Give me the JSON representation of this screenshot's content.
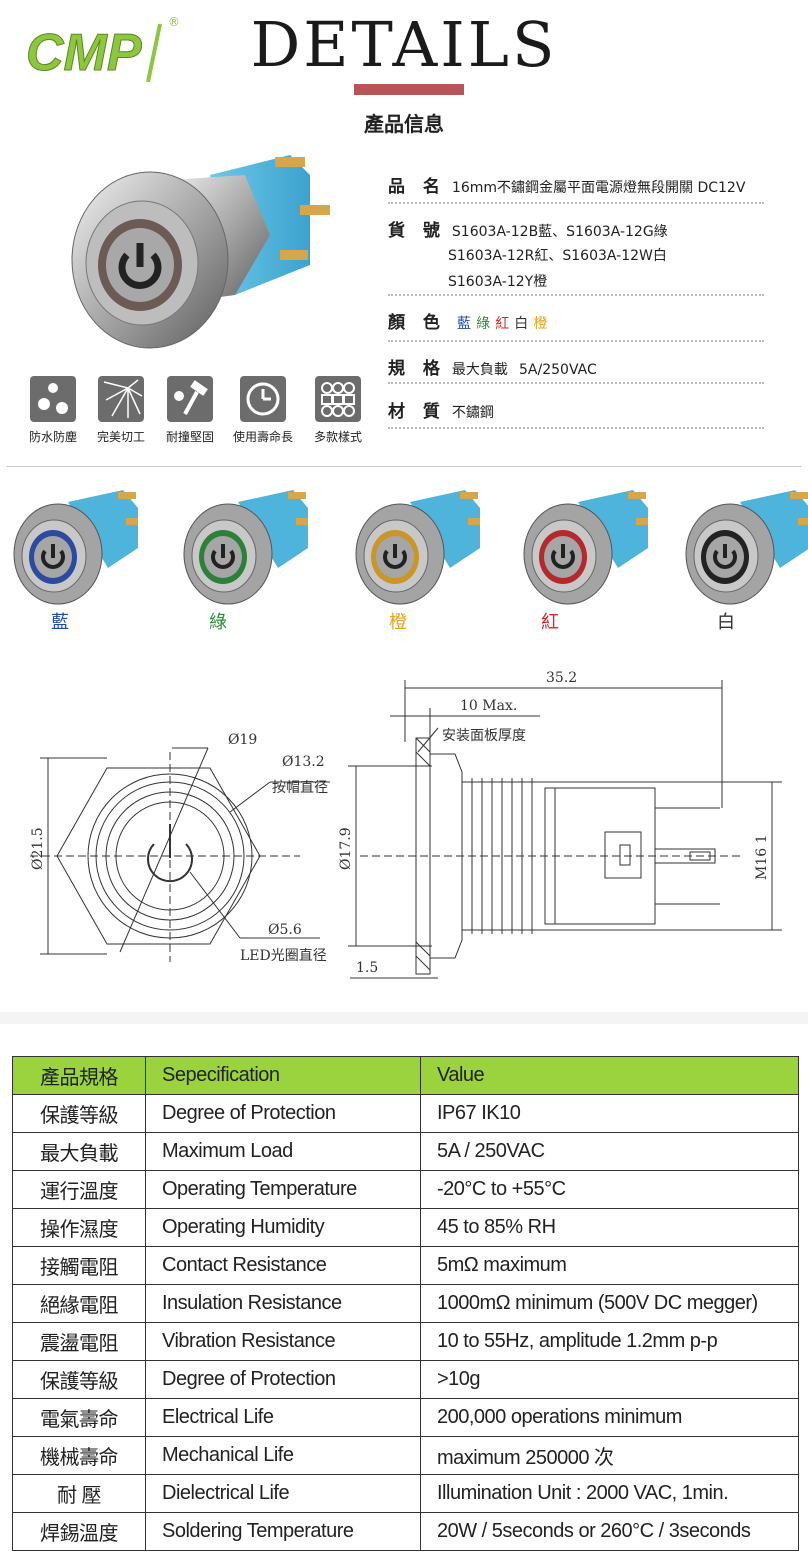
{
  "header": {
    "logo_text": "CMP",
    "logo_mark": "®",
    "title": "DETAILS",
    "subtitle": "產品信息"
  },
  "colors": {
    "accent_red": "#b75457",
    "logo_green": "#8dc63f",
    "table_header": "#9bd33e"
  },
  "features": [
    {
      "label": "防水防塵",
      "icon": "water-drops-icon"
    },
    {
      "label": "完美切工",
      "icon": "sparkle-cut-icon"
    },
    {
      "label": "耐撞堅固",
      "icon": "hammer-impact-icon"
    },
    {
      "label": "使用壽命長",
      "icon": "clock-icon"
    },
    {
      "label": "多款樣式",
      "icon": "styles-grid-icon"
    }
  ],
  "info": {
    "name_key": "品 名",
    "name_value": "16mm不鏽鋼金屬平面電源燈無段開關  DC12V",
    "model_key": "貨 號",
    "model_lines": [
      "S1603A-12B藍、S1603A-12G綠",
      "S1603A-12R紅、S1603A-12W白",
      "S1603A-12Y橙"
    ],
    "color_key": "顏 色",
    "colors": [
      {
        "text": "藍",
        "hex": "#1f4aa8"
      },
      {
        "text": "綠",
        "hex": "#2e8b3a"
      },
      {
        "text": "紅",
        "hex": "#d22b2b"
      },
      {
        "text": "白",
        "hex": "#333333"
      },
      {
        "text": "橙",
        "hex": "#e8a21c"
      }
    ],
    "spec_key": "規 格",
    "spec_value_label": "最大負載",
    "spec_value": "5A/250VAC",
    "material_key": "材 質",
    "material_value": "不鏽鋼"
  },
  "variants": [
    {
      "label": "藍",
      "hex": "#2a4b9e",
      "ring": "#3a64d0"
    },
    {
      "label": "綠",
      "hex": "#2e7f3a",
      "ring": "#3fae4f"
    },
    {
      "label": "橙",
      "hex": "#c9962a",
      "ring": "#e0b34a"
    },
    {
      "label": "紅",
      "hex": "#b42a2a",
      "ring": "#d83b3b"
    },
    {
      "label": "白",
      "hex": "#222222",
      "ring": "#bbbbbb"
    }
  ],
  "drawing": {
    "d19": "Ø19",
    "d13_2": "Ø13.2",
    "cap_dia": "按帽直径",
    "d5_6": "Ø5.6",
    "led_dia": "LED光圈直径",
    "d21_5": "Ø21.5",
    "d17_9": "Ø17.9",
    "len_35_2": "35.2",
    "max10": "10 Max.",
    "panel": "安装面板厚度",
    "t1_5": "1.5",
    "m16": "M16  1"
  },
  "table": {
    "header": [
      "產品規格",
      "Sepecification",
      "Value"
    ],
    "rows": [
      [
        "保護等級",
        "Degree of Protection",
        "IP67  IK10"
      ],
      [
        "最大負載",
        "Maximum Load",
        "5A / 250VAC"
      ],
      [
        "運行溫度",
        "Operating Temperature",
        "-20°C to +55°C"
      ],
      [
        "操作濕度",
        "Operating Humidity",
        "45 to 85%  RH"
      ],
      [
        "接觸電阻",
        "Contact Resistance",
        "5mΩ  maximum"
      ],
      [
        "絕緣電阻",
        "Insulation Resistance",
        "1000mΩ  minimum (500V DC megger)"
      ],
      [
        "震盪電阻",
        "Vibration Resistance",
        "10 to 55Hz, amplitude 1.2mm p-p"
      ],
      [
        "保護等級",
        "Degree of Protection",
        ">10g"
      ],
      [
        "電氣壽命",
        "Electrical Life",
        "200,000 operations minimum"
      ],
      [
        "機械壽命",
        "Mechanical Life",
        "maximum 250000 次"
      ],
      [
        "耐      壓",
        "Dielectrical Life",
        "Illumination Unit : 2000 VAC, 1min."
      ],
      [
        "焊錫溫度",
        "Soldering Temperature",
        "20W / 5seconds or 260°C / 3seconds"
      ]
    ]
  }
}
